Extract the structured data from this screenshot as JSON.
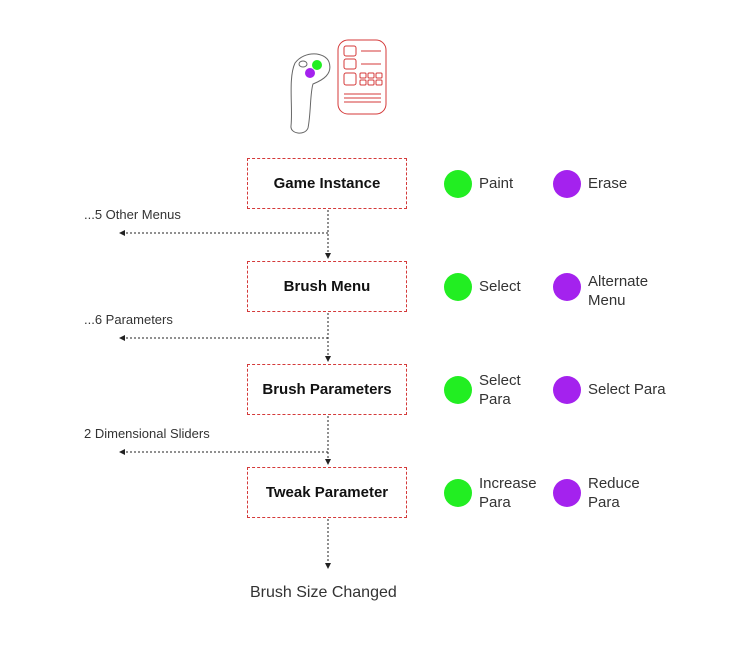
{
  "colors": {
    "primary_button": "#22ee22",
    "secondary_button": "#a422ee",
    "box_border": "#d43a3a"
  },
  "controller": {
    "icon": "vr-controller-icon",
    "panel_icon": "menu-panel-icon"
  },
  "steps": [
    {
      "title": "Game Instance",
      "side_label": "...5 Other Menus",
      "green_action": "Paint",
      "purple_action": "Erase"
    },
    {
      "title": "Brush Menu",
      "side_label": "...6 Parameters",
      "green_action": "Select",
      "purple_action": "Alternate Menu"
    },
    {
      "title": "Brush Parameters",
      "side_label": "2 Dimensional Sliders",
      "green_action": "Select Para",
      "purple_action": "Select Para"
    },
    {
      "title": "Tweak Parameter",
      "green_action": "Increase Para",
      "purple_action": "Reduce Para"
    }
  ],
  "result": "Brush Size Changed"
}
